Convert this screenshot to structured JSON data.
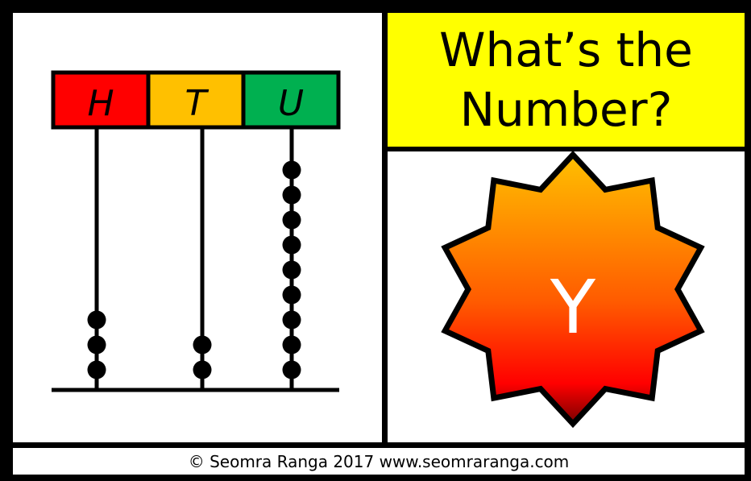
{
  "title": "What’s the\nNumber?",
  "abacus": {
    "columns": [
      {
        "label": "H",
        "color": "#ff0000",
        "beads": 3
      },
      {
        "label": "T",
        "color": "#ffc000",
        "beads": 2
      },
      {
        "label": "U",
        "color": "#00b050",
        "beads": 9
      }
    ]
  },
  "badge": {
    "letter": "Y",
    "gradient_top": "#ffc000",
    "gradient_bottom": "#ff0000"
  },
  "footer": "© Seomra Ranga 2017 www.seomraranga.com"
}
